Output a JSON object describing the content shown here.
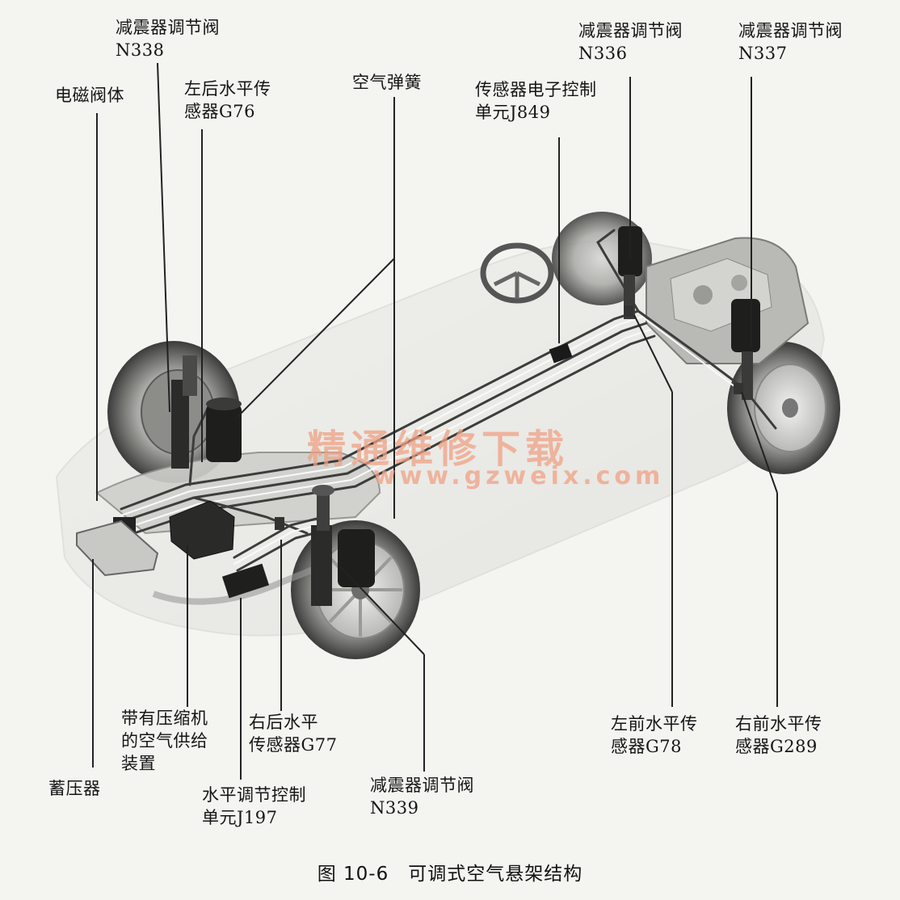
{
  "labels": {
    "n338": [
      "减震器调节阀",
      "N338"
    ],
    "solenoid_block": [
      "电磁阀体"
    ],
    "g76": [
      "左后水平传",
      "感器G76"
    ],
    "air_spring": [
      "空气弹簧"
    ],
    "j849": [
      "传感器电子控制",
      "单元J849"
    ],
    "n336": [
      "减震器调节阀",
      "N336"
    ],
    "n337": [
      "减震器调节阀",
      "N337"
    ],
    "supply_unit": [
      "带有压缩机",
      "的空气供给",
      "装置"
    ],
    "accumulator": [
      "蓄压器"
    ],
    "g77": [
      "右后水平",
      "传感器G77"
    ],
    "j197": [
      "水平调节控制",
      "单元J197"
    ],
    "n339": [
      "减震器调节阀",
      "N339"
    ],
    "g78": [
      "左前水平传",
      "感器G78"
    ],
    "g289": [
      "右前水平传",
      "感器G289"
    ]
  },
  "caption": "图 10-6　可调式空气悬架结构",
  "watermark": {
    "cn": "精通维修下载",
    "url": "www.gzweix.com"
  }
}
